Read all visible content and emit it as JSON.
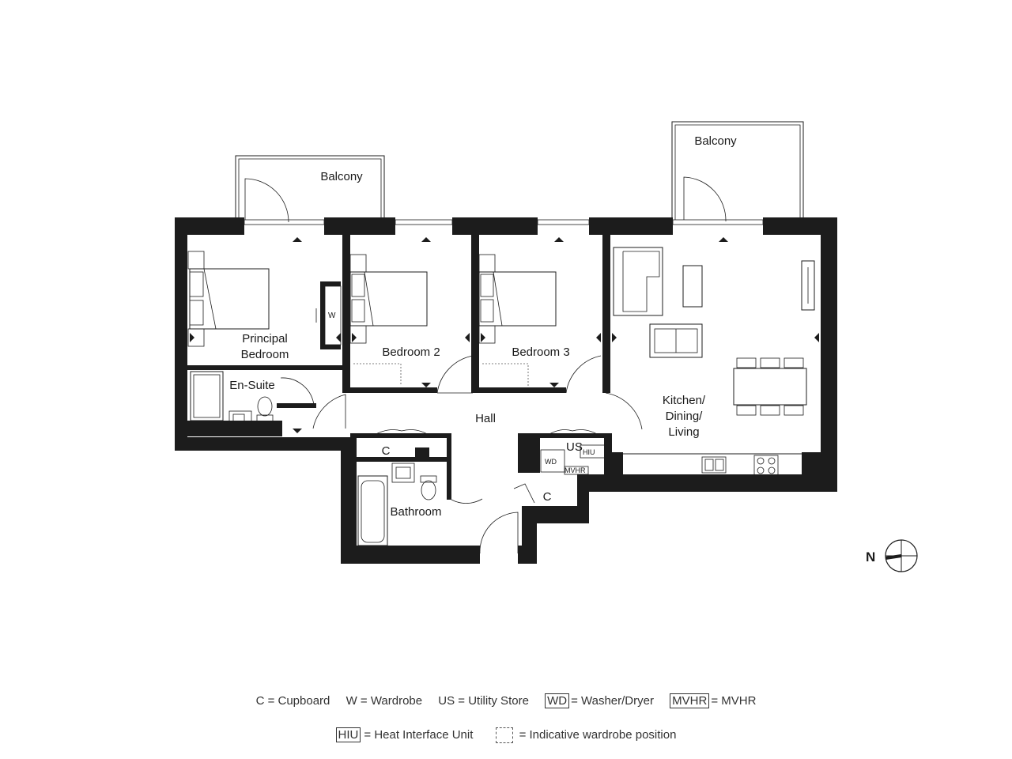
{
  "rooms": {
    "balcony_left": "Balcony",
    "balcony_right": "Balcony",
    "principal_bedroom_line1": "Principal",
    "principal_bedroom_line2": "Bedroom",
    "bedroom2": "Bedroom 2",
    "bedroom3": "Bedroom 3",
    "ensuite": "En-Suite",
    "hall": "Hall",
    "bathroom": "Bathroom",
    "kitchen_line1": "Kitchen/",
    "kitchen_line2": "Dining/",
    "kitchen_line3": "Living",
    "cupboard_1": "C",
    "cupboard_2": "C",
    "wardrobe": "W",
    "utility": "US",
    "washer": "WD",
    "hiu": "HIU",
    "mvhr": "MVHR"
  },
  "compass": {
    "north_label": "N"
  },
  "legend": {
    "cupboard": "C = Cupboard",
    "wardrobe": "W = Wardrobe",
    "utility": "US = Utility Store",
    "wd_code": "WD",
    "wd_text": "= Washer/Dryer",
    "mvhr_code": "MVHR",
    "mvhr_text": "= MVHR",
    "hiu_code": "HIU",
    "hiu_text": "= Heat Interface Unit",
    "wardrobe_pos_text": "= Indicative wardrobe position"
  }
}
